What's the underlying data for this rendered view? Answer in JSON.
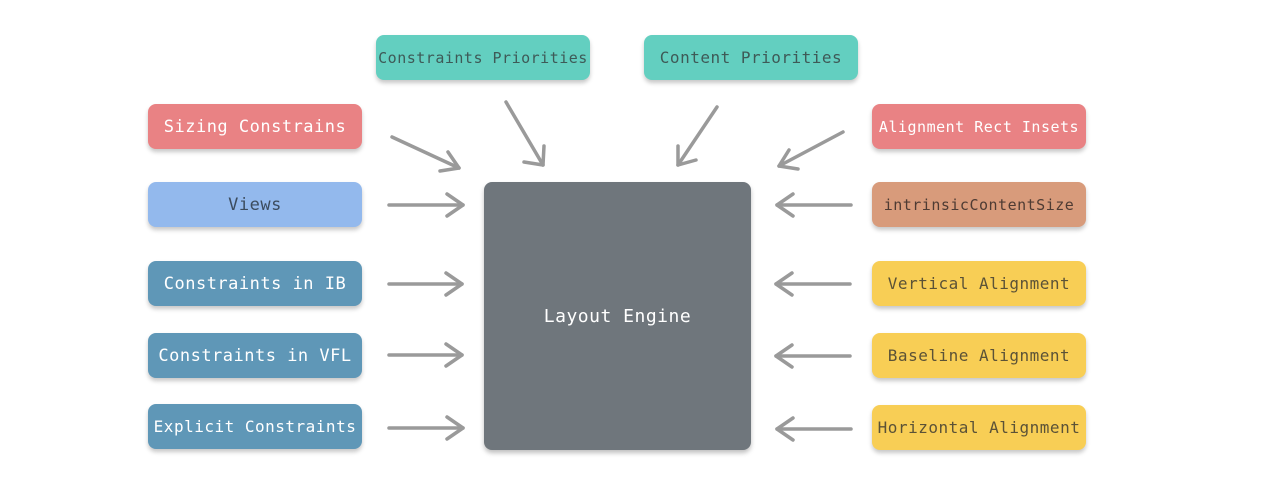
{
  "diagram": {
    "center": {
      "label": "Layout Engine"
    },
    "top": [
      {
        "label": "Constraints Priorities"
      },
      {
        "label": "Content Priorities"
      }
    ],
    "left": [
      {
        "label": "Sizing Constrains"
      },
      {
        "label": "Views"
      },
      {
        "label": "Constraints in IB"
      },
      {
        "label": "Constraints in VFL"
      },
      {
        "label": "Explicit Constraints"
      }
    ],
    "right": [
      {
        "label": "Alignment Rect Insets"
      },
      {
        "label": "intrinsicContentSize"
      },
      {
        "label": "Vertical Alignment"
      },
      {
        "label": "Baseline Alignment"
      },
      {
        "label": "Horizontal Alignment"
      }
    ]
  },
  "colors": {
    "pink": "#e98284",
    "blue": "#93b9ed",
    "steel_blue": "#5f97b7",
    "teal": "#63cfc0",
    "tan": "#d89b7b",
    "yellow": "#f8ce55",
    "engine": "#6f767c",
    "arrow": "#9a9a9a"
  }
}
